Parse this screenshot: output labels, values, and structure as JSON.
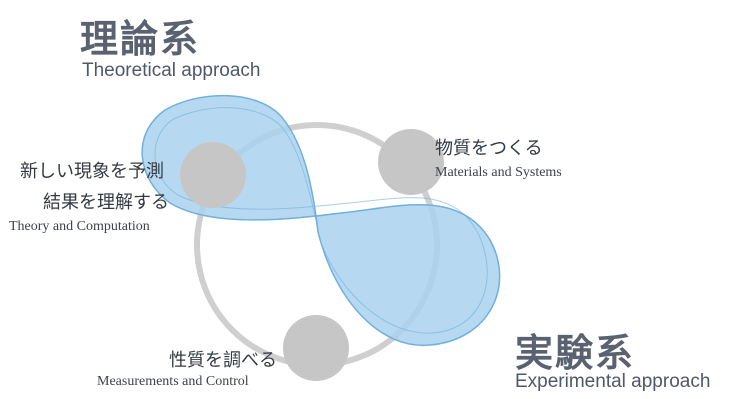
{
  "theory": {
    "title_jp": "理論系",
    "title_en": "Theoretical approach"
  },
  "experiment": {
    "title_jp": "実験系",
    "title_en": "Experimental approach"
  },
  "nodes": {
    "prediction": {
      "line1_jp": "新しい現象を予測",
      "line2_jp": "結果を理解する",
      "label_en": "Theory and Computation"
    },
    "materials": {
      "label_jp": "物質をつくる",
      "label_en": "Materials and Systems"
    },
    "measurement": {
      "label_jp": "性質を調べる",
      "label_en": "Measurements and Control"
    }
  },
  "colors": {
    "ribbon_fill": "#a9d2ef",
    "ribbon_edge": "#6fb0dd",
    "ring": "#cfcfcf",
    "node": "#c6c6c6",
    "heading": "#5a6170"
  }
}
